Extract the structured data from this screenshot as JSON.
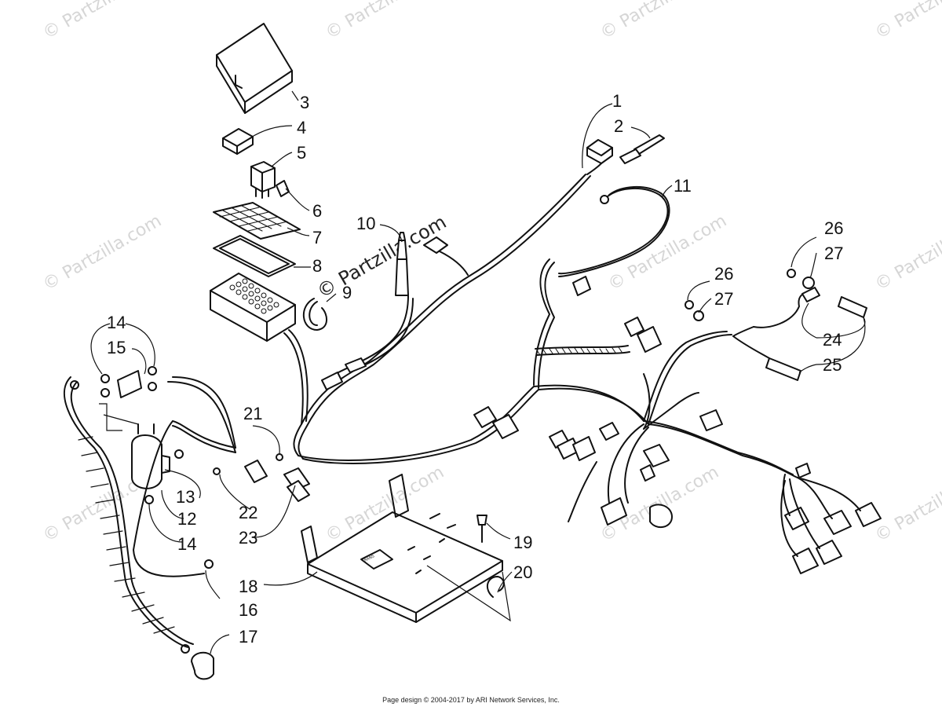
{
  "diagram": {
    "callouts": [
      "1",
      "2",
      "3",
      "4",
      "5",
      "6",
      "7",
      "8",
      "9",
      "10",
      "11",
      "12",
      "13",
      "14",
      "14",
      "15",
      "16",
      "17",
      "18",
      "19",
      "20",
      "21",
      "22",
      "23",
      "24",
      "25",
      "26",
      "27",
      "26",
      "27"
    ],
    "plate_label": "TRANS",
    "colors": {
      "line": "#111111",
      "watermark": "#d6d6d6",
      "background": "#ffffff"
    }
  },
  "watermark": {
    "text": "© Partzilla.com",
    "inline_text": "© Partzilla.com"
  },
  "footer": {
    "text": "Page design © 2004-2017 by ARI Network Services, Inc."
  }
}
